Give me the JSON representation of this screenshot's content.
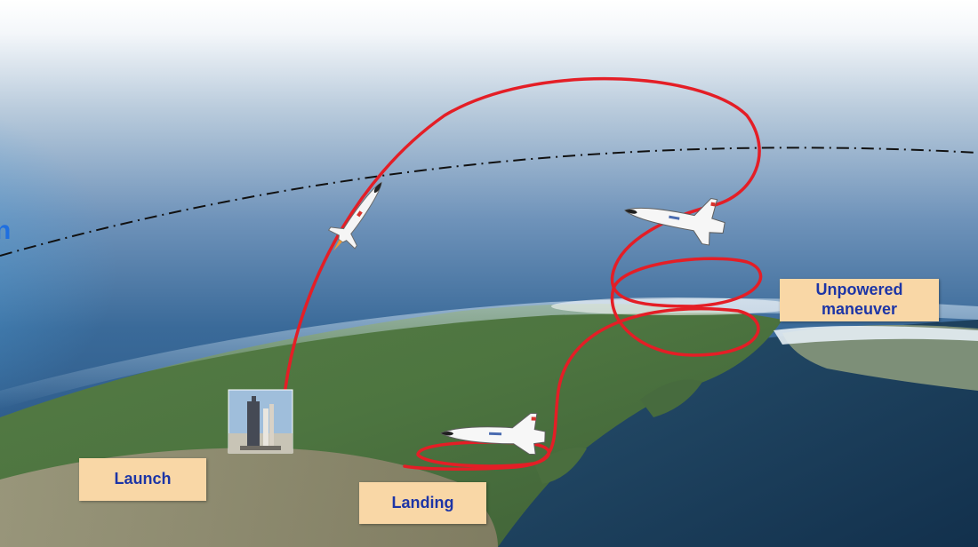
{
  "labels": {
    "launch": "Launch",
    "landing": "Landing",
    "unpowered_line1": "Unpowered",
    "unpowered_line2": "maneuver"
  },
  "edge_text": "n",
  "colors": {
    "trajectory": "#e41e26",
    "label_bg": "#f9d7a6",
    "label_text": "#1d35a6",
    "boundary_line": "#111111",
    "edge_text": "#1f6fe0"
  }
}
